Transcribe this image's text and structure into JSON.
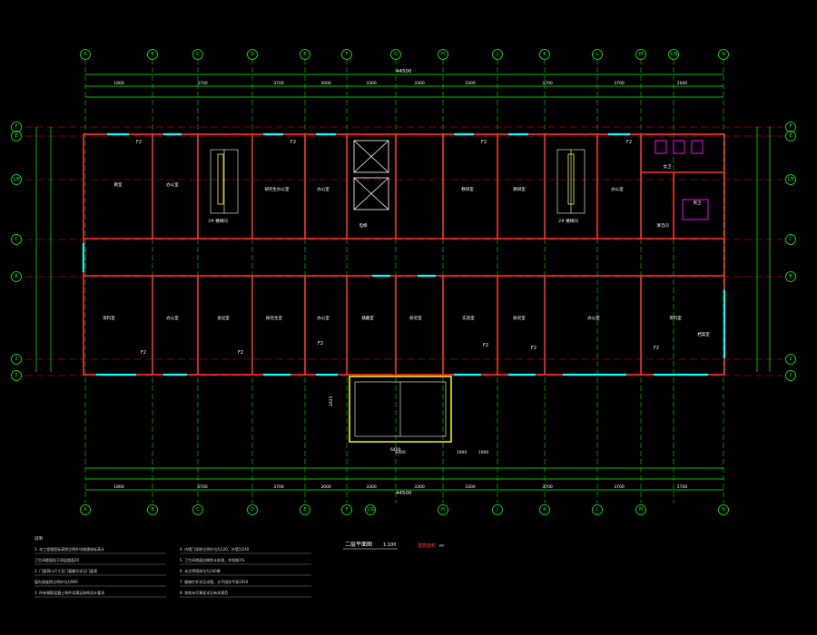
{
  "plan": {
    "axes_top": [
      "A",
      "B",
      "C",
      "D",
      "E",
      "F",
      "G",
      "H",
      "J",
      "K",
      "L",
      "M",
      "1/N",
      "N"
    ],
    "axes_bottom": [
      "A",
      "B",
      "C",
      "D",
      "E",
      "F",
      "1/G",
      "H",
      "J",
      "K",
      "L",
      "M",
      "N"
    ],
    "axes_left": [
      "F",
      "E",
      "1/E",
      "C",
      "B",
      "2",
      "1"
    ],
    "axes_right": [
      "F",
      "E",
      "1/E",
      "C",
      "B",
      "2",
      "1"
    ],
    "overall_dim_top": "44500",
    "overall_dim_bottom": "44500",
    "dims_top_row1": [
      "1800",
      "3700",
      "3700",
      "3000",
      "3300",
      "3300",
      "3300",
      "3700",
      "3700",
      "2000"
    ],
    "dims_bottom_row1": [
      "1800",
      "3700",
      "3700",
      "3000",
      "3300",
      "3300",
      "3300",
      "3700",
      "3700",
      "5700"
    ],
    "dims_bottom_row2": [
      "6400",
      "1000",
      "1000"
    ],
    "room_labels_top": [
      "教室",
      "办公室",
      "2# 楼梯间",
      "研究生办公室",
      "办公室",
      "电梯",
      "教研室",
      "教研室",
      "2# 楼梯间",
      "办公室",
      "女卫",
      "男卫",
      "清洁间"
    ],
    "room_labels_bottom": [
      "资料室",
      "办公室",
      "会议室",
      "研究生室",
      "办公室",
      "储藏室",
      "研究室",
      "实验室",
      "研究室",
      "办公室",
      "资料室",
      "档案室"
    ],
    "marks": [
      "F2",
      "F2",
      "F2",
      "F2",
      "F2",
      "F2",
      "F2",
      "F2",
      "F2",
      "F2"
    ],
    "entrance_dims": [
      "6400",
      "1825"
    ]
  },
  "title_block": {
    "title": "二层平面图",
    "scale": "1:100",
    "tag": "建筑面积",
    "area": "m²"
  },
  "notes": {
    "heading": "说明",
    "left": [
      "1. 本工程楼面标高除注明外均按建筑标高计",
      "   卫生间楼面低于同层楼面20",
      "2. 门窗洞口尺寸及门窗编号详见门窗表",
      "   窗台高度除注明外均为900",
      "3. 所有钢筋混凝土构件须满足结构设计要求"
    ],
    "right": [
      "4. 内墙门垛除注明外均为120，外墙为240",
      "5. 卫生间地面应做防水处理，并找坡1%",
      "6. 未注明墙体均为240厚",
      "7. 楼梯栏杆详见详图，水平段扶手高1050",
      "8. 其他未尽事宜详见有关规范"
    ]
  },
  "colors": {
    "axis": "#00ff00",
    "wall": "#ff3333",
    "window": "#00ffff",
    "door": "#00ffff",
    "text": "#ffffff",
    "toilet": "#ff00ff",
    "entrance": "#ffff00",
    "center_line": "#ff0000"
  }
}
